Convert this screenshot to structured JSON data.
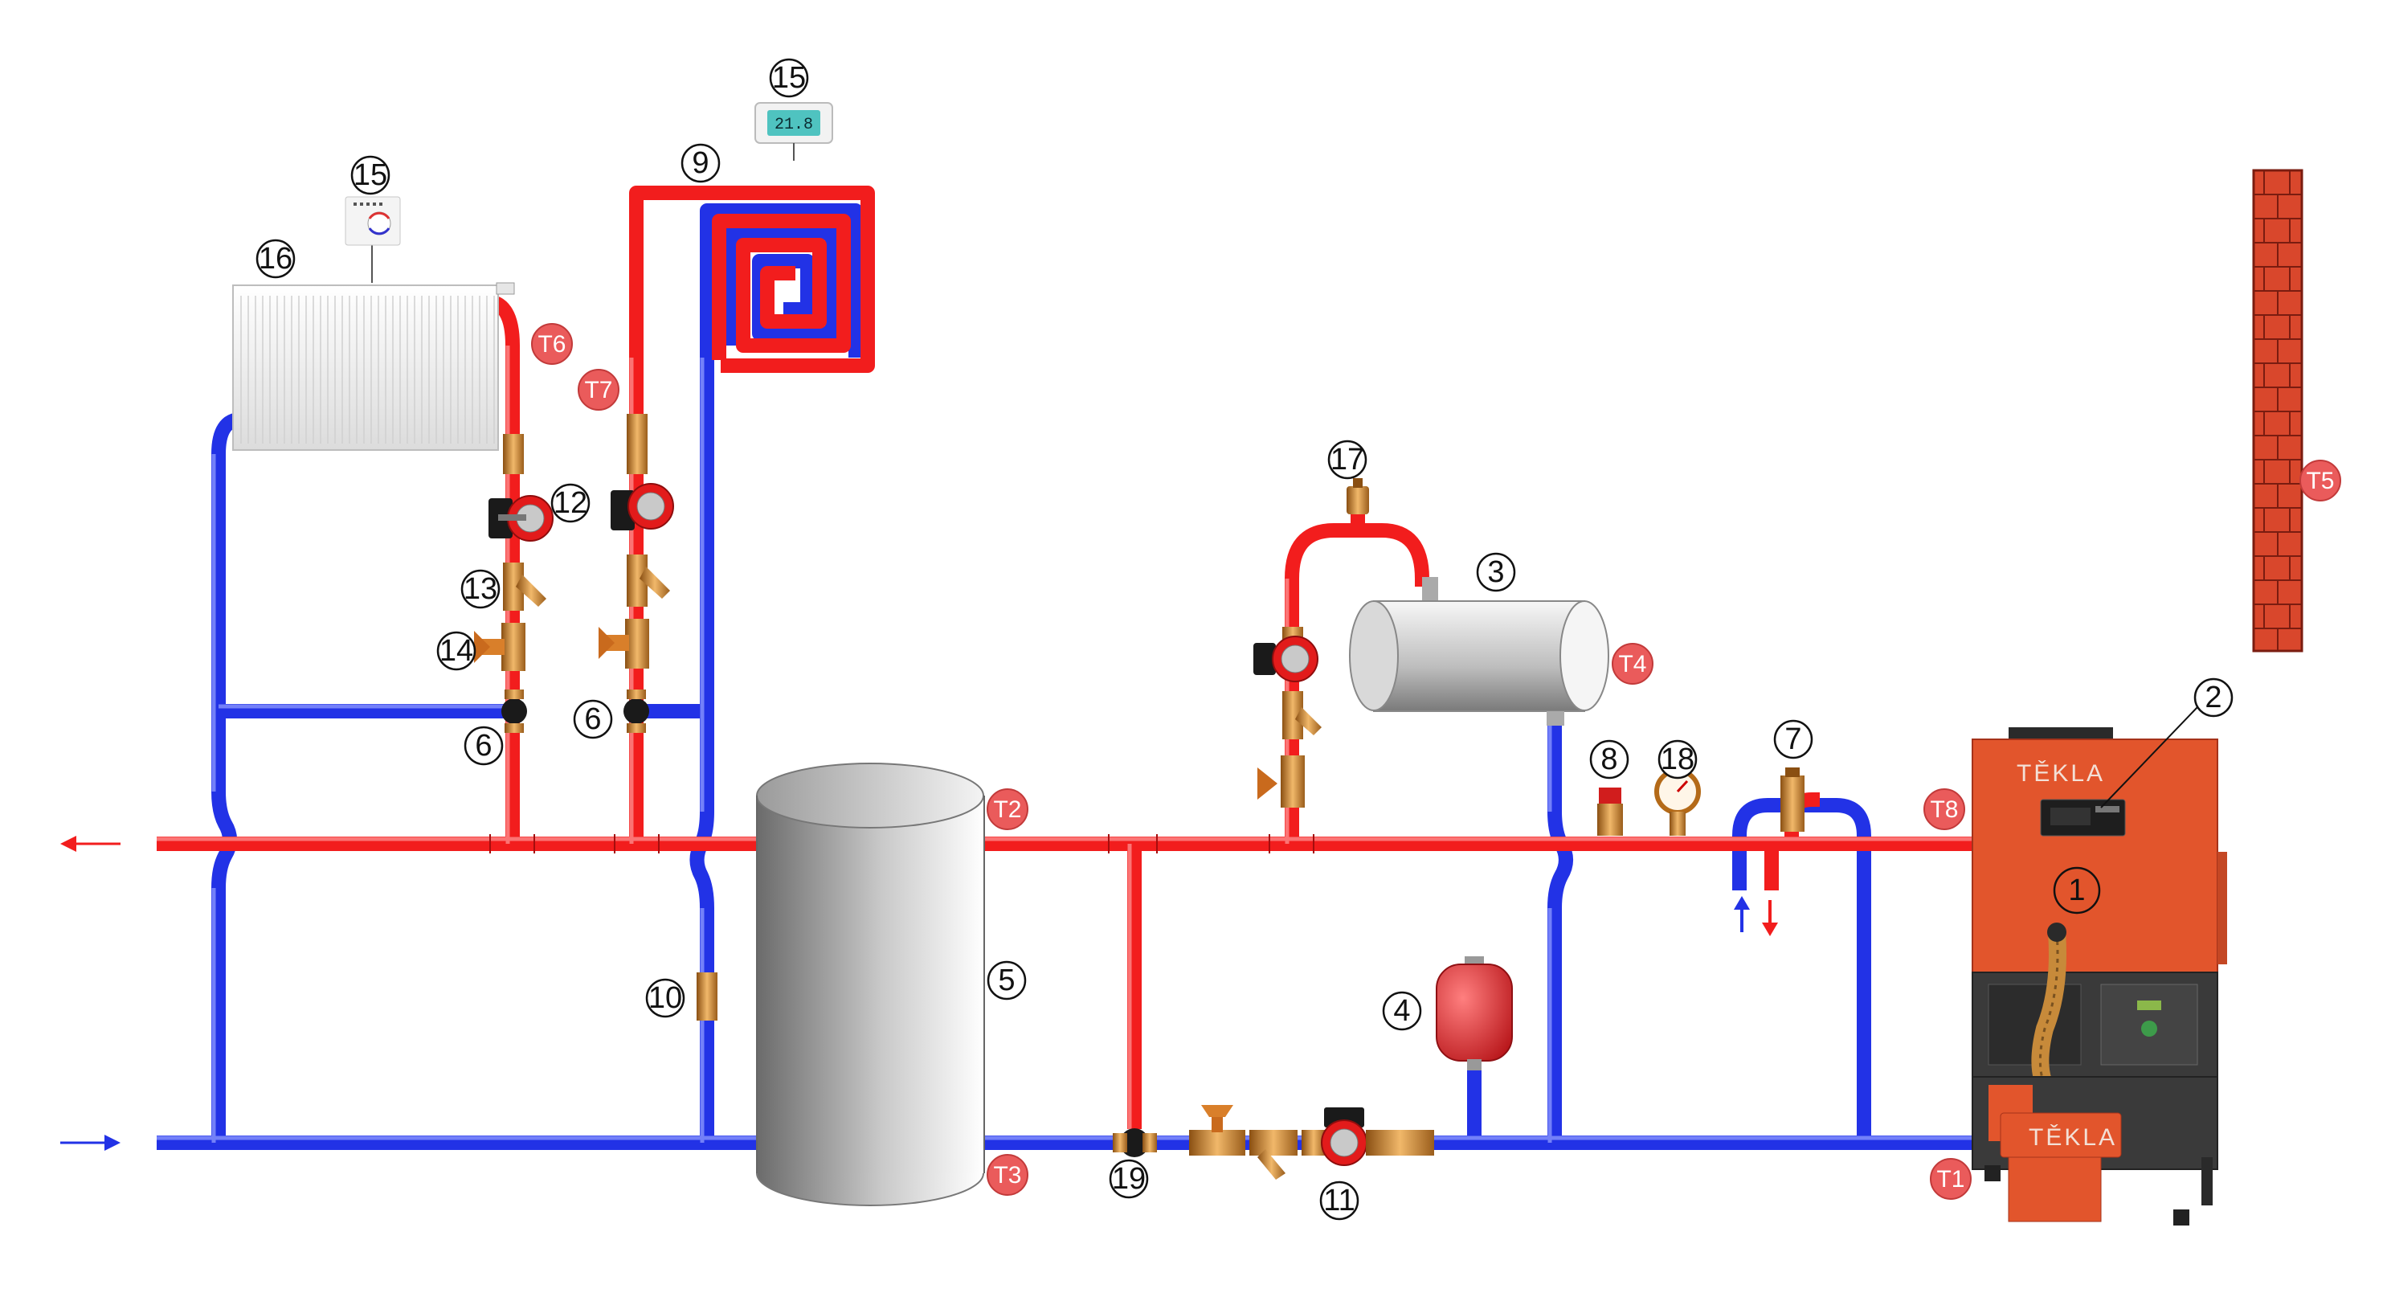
{
  "colors": {
    "hot": "#f21d1d",
    "cold": "#2232e6",
    "pipe_highlight": "#ff9a9a",
    "cold_highlight": "#8f9bff",
    "brass": "#c9822d",
    "boiler_body": "#e2552c",
    "brick": "#d9472c",
    "badge": "#ea5b5b"
  },
  "labels": [
    {
      "id": "1",
      "text": "1"
    },
    {
      "id": "2",
      "text": "2"
    },
    {
      "id": "3",
      "text": "3"
    },
    {
      "id": "4",
      "text": "4"
    },
    {
      "id": "5",
      "text": "5"
    },
    {
      "id": "6a",
      "text": "6"
    },
    {
      "id": "6b",
      "text": "6"
    },
    {
      "id": "7",
      "text": "7"
    },
    {
      "id": "8",
      "text": "8"
    },
    {
      "id": "9",
      "text": "9"
    },
    {
      "id": "10",
      "text": "10"
    },
    {
      "id": "11",
      "text": "11"
    },
    {
      "id": "12",
      "text": "12"
    },
    {
      "id": "13",
      "text": "13"
    },
    {
      "id": "14",
      "text": "14"
    },
    {
      "id": "15a",
      "text": "15"
    },
    {
      "id": "15b",
      "text": "15"
    },
    {
      "id": "16",
      "text": "16"
    },
    {
      "id": "17",
      "text": "17"
    },
    {
      "id": "18",
      "text": "18"
    },
    {
      "id": "19",
      "text": "19"
    }
  ],
  "sensors": [
    {
      "id": "T1",
      "text": "T1"
    },
    {
      "id": "T2",
      "text": "T2"
    },
    {
      "id": "T3",
      "text": "T3"
    },
    {
      "id": "T4",
      "text": "T4"
    },
    {
      "id": "T5",
      "text": "T5"
    },
    {
      "id": "T6",
      "text": "T6"
    },
    {
      "id": "T7",
      "text": "T7"
    },
    {
      "id": "T8",
      "text": "T8"
    }
  ],
  "boiler": {
    "brand_top": "TĚKLA",
    "brand_burner": "TĚKLA"
  },
  "thermostat_display": "21.8"
}
